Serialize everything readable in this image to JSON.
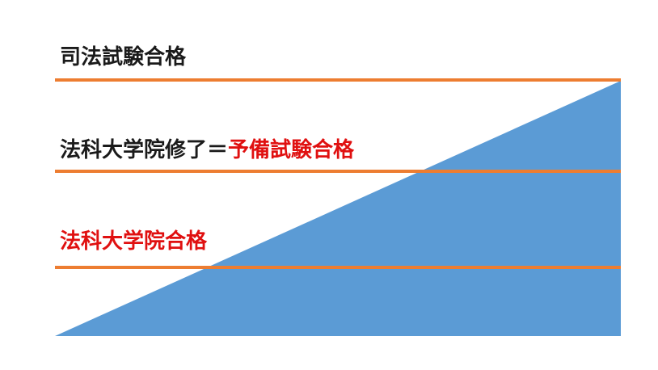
{
  "diagram": {
    "labels": {
      "top": "司法試験合格",
      "middle_main": "法科大学院修了",
      "middle_equals": "＝",
      "middle_alt": "予備試験合格",
      "bottom": "法科大学院合格"
    },
    "colors": {
      "triangle_fill": "#5b9bd5",
      "line": "#ed7d31",
      "text_dark": "#1a1a1a",
      "text_red": "#e01010",
      "background": "#ffffff"
    }
  }
}
